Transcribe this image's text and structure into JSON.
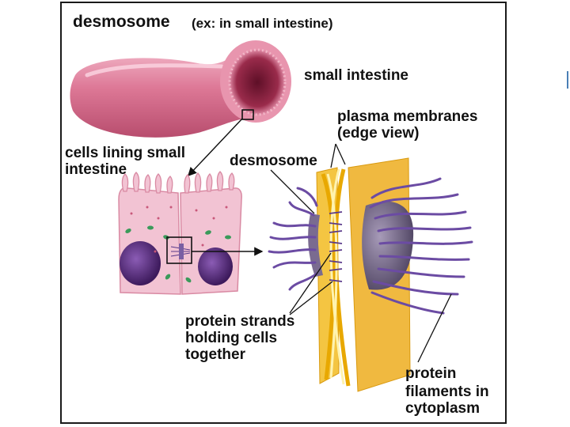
{
  "title": {
    "main": "desmosome",
    "sub": "(ex: in small intestine)"
  },
  "labels": {
    "small_intestine": "small intestine",
    "plasma_membranes_1": "plasma membranes",
    "plasma_membranes_2": "(edge view)",
    "cells_lining_1": "cells lining small",
    "cells_lining_2": "intestine",
    "desmosome": "desmosome",
    "protein_strands_1": "protein strands",
    "protein_strands_2": "holding cells",
    "protein_strands_3": "together",
    "protein_filaments_1": "protein",
    "protein_filaments_2": "filaments in",
    "protein_filaments_3": "cytoplasm"
  },
  "colors": {
    "intestine": "#d9708f",
    "intestine_highlight": "#f0b3c5",
    "lumen": "#8a1f3c",
    "cell_body": "#f0bfd0",
    "nucleus": "#5a2d7f",
    "membrane_yellow": "#f4c542",
    "membrane_edge": "#e8a800",
    "cell_surface": "#f0b940",
    "filament": "#6b4ba3",
    "plaque": "#6a5f7a",
    "organelle": "#3a9a5a"
  }
}
